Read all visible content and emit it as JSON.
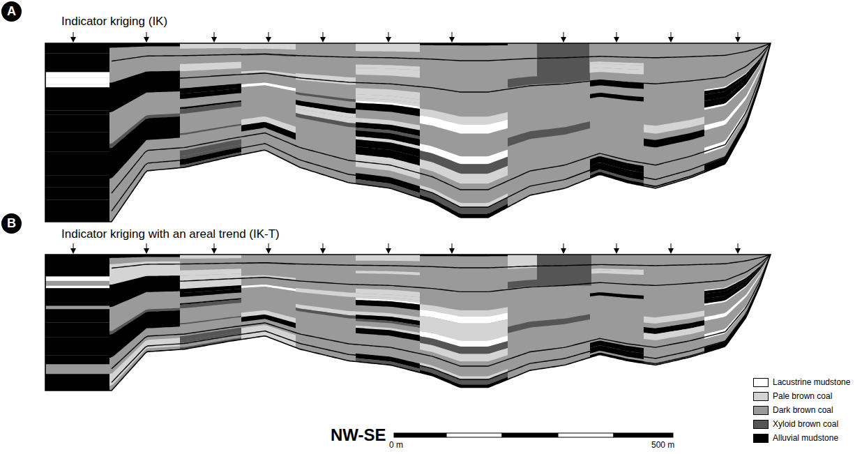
{
  "diagram": {
    "nodes": [
      {
        "text": [
          "A"
        ]
      },
      {
        "text": [
          "B"
        ]
      }
    ],
    "labels": [
      "Indicator kriging (IK)",
      "Indicator kriging with an areal trend (IK-T)",
      "NW-SE",
      "0 m",
      "500 m"
    ],
    "legend": [
      {
        "text": "Lacustrine mudstone",
        "color": "#ffffff"
      },
      {
        "text": "Pale brown coal",
        "color": "#d4d4d4"
      },
      {
        "text": "Dark brown coal",
        "color": "#9a9a9a"
      },
      {
        "text": "Xyloid brown coal",
        "color": "#555555"
      },
      {
        "text": "Alluvial mudstone",
        "color": "#000000"
      }
    ]
  }
}
